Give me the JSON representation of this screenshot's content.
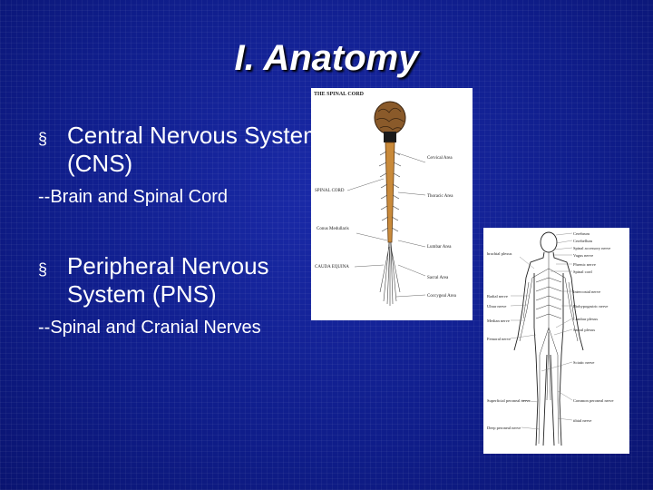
{
  "slide": {
    "title": "I.  Anatomy",
    "bullets": [
      {
        "marker": "§",
        "text": "Central Nervous System (CNS)",
        "sub": "--Brain and Spinal Cord"
      },
      {
        "marker": "§",
        "text": "Peripheral Nervous System (PNS)",
        "sub": "--Spinal and Cranial Nerves"
      }
    ]
  },
  "spinal_cord_figure": {
    "heading": "THE SPINAL CORD",
    "labels": {
      "cervical": "Cervical Area",
      "spinal_cord": "SPINAL CORD",
      "thoracic": "Thoracic Area",
      "conus": "Conus Medullaris",
      "lumbar": "Lumbar Area",
      "cauda": "CAUDA EQUINA",
      "sacral": "Sacral Area",
      "coccygeal": "Coccygeal Area"
    }
  },
  "pns_figure": {
    "labels": {
      "cerebrum": "Cerebrum",
      "cerebellum": "Cerebellum",
      "spinal_accessory": "Spinal accessory nerve",
      "vagus": "Vagus nerve",
      "phrenic": "Phrenic nerve",
      "spinal_cord": "Spinal cord",
      "brachial": "brachial plexus",
      "intercostal": "Intercostal nerve",
      "radial": "Radial nerve",
      "ulnar": "Ulnar nerve",
      "iliohypogastric": "Iliohypogastric nerve",
      "median": "Median nerve",
      "lumbar_plexus": "Lumbar plexus",
      "sacral_plexus": "Sacral plexus",
      "femoral": "Femoral nerve",
      "sciatic": "Sciatic nerve",
      "superficial": "Superficial peroneal nerve",
      "common_peroneal": "Common peroneal nerve",
      "tibial": "tibial nerve",
      "deep": "Deep peroneal nerve"
    }
  },
  "colors": {
    "background": "#0f1d8a",
    "text": "#ffffff"
  }
}
